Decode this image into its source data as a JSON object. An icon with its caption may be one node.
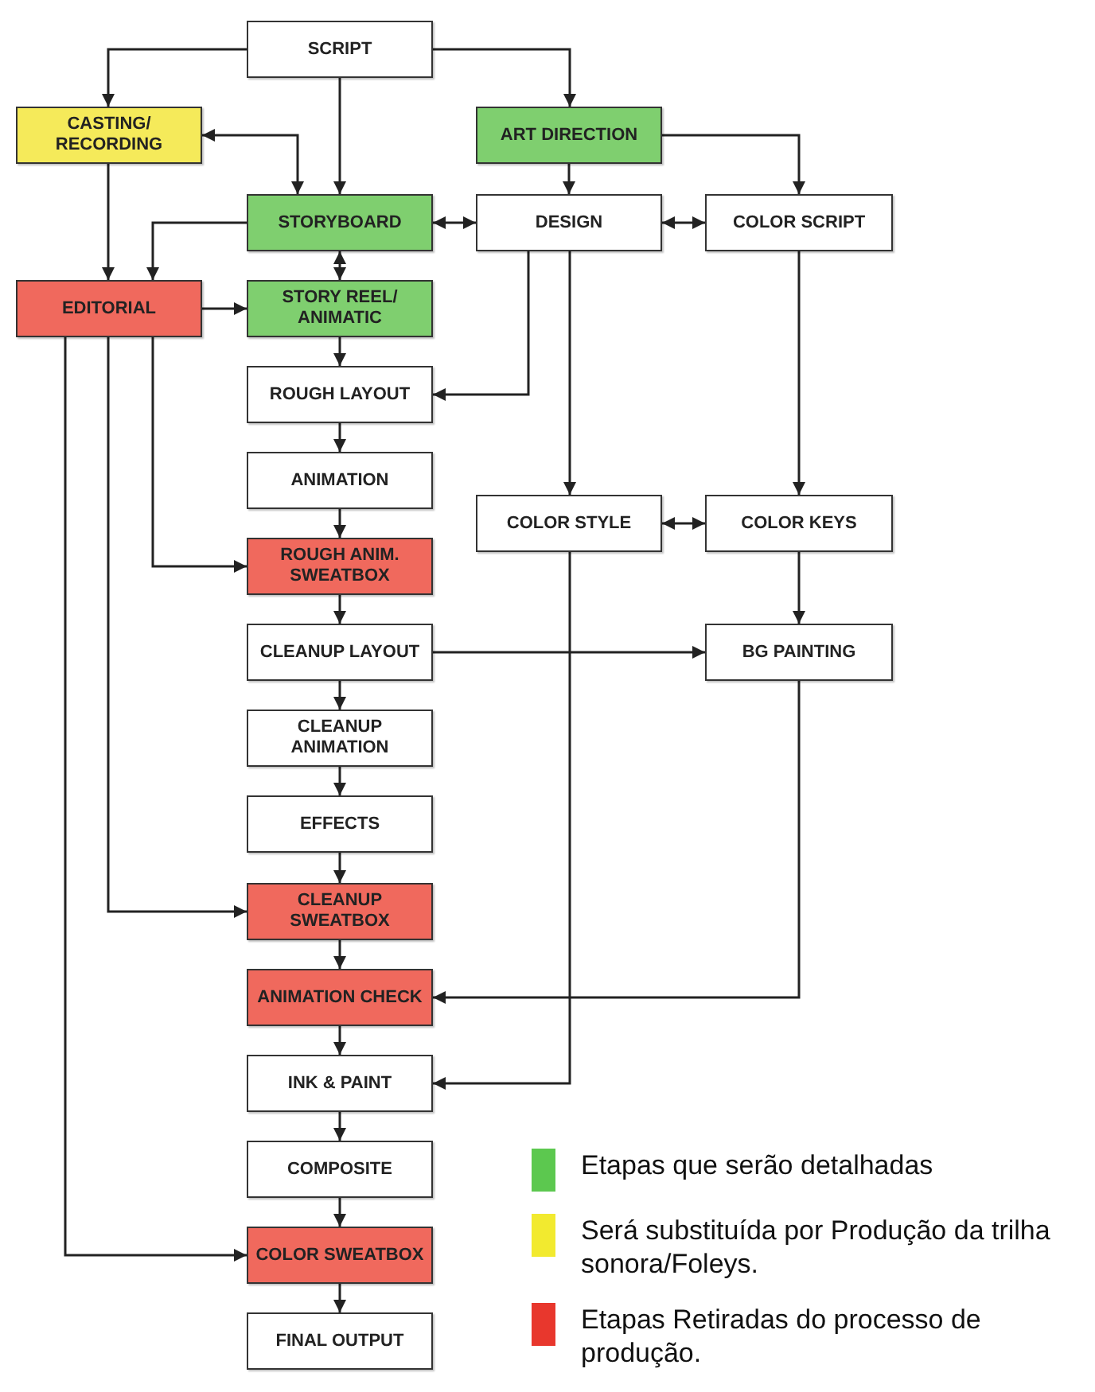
{
  "diagram": {
    "nodes": [
      {
        "text": [
          "SCRIPT"
        ]
      },
      {
        "text": [
          "CASTING/ RECORDING"
        ]
      },
      {
        "text": [
          "ART DIRECTION"
        ]
      },
      {
        "text": [
          "STORYBOARD"
        ]
      },
      {
        "text": [
          "DESIGN"
        ]
      },
      {
        "text": [
          "COLOR SCRIPT"
        ]
      },
      {
        "text": [
          "EDITORIAL"
        ]
      },
      {
        "text": [
          "STORY REEL/ ANIMATIC"
        ]
      },
      {
        "text": [
          "ROUGH LAYOUT"
        ]
      },
      {
        "text": [
          "ANIMATION"
        ]
      },
      {
        "text": [
          "COLOR STYLE"
        ]
      },
      {
        "text": [
          "COLOR KEYS"
        ]
      },
      {
        "text": [
          "ROUGH ANIM. SWEATBOX"
        ]
      },
      {
        "text": [
          "CLEANUP LAYOUT"
        ]
      },
      {
        "text": [
          "BG PAINTING"
        ]
      },
      {
        "text": [
          "CLEANUP ANIMATION"
        ]
      },
      {
        "text": [
          "EFFECTS"
        ]
      },
      {
        "text": [
          "CLEANUP SWEATBOX"
        ]
      },
      {
        "text": [
          "ANIMATION CHECK"
        ]
      },
      {
        "text": [
          "INK & PAINT"
        ]
      },
      {
        "text": [
          "COMPOSITE"
        ]
      },
      {
        "text": [
          "COLOR SWEATBOX"
        ]
      },
      {
        "text": [
          "FINAL OUTPUT"
        ]
      }
    ],
    "edges": [
      {
        "from": 0,
        "to": 1,
        "arrow": "to"
      },
      {
        "from": 0,
        "to": 3,
        "arrow": "to"
      },
      {
        "from": 0,
        "to": 2,
        "arrow": "to"
      },
      {
        "from": 1,
        "to": 3,
        "arrow": "both"
      },
      {
        "from": 1,
        "to": 6,
        "arrow": "to"
      },
      {
        "from": 3,
        "to": 6,
        "arrow": "to"
      },
      {
        "from": 3,
        "to": 4,
        "arrow": "both"
      },
      {
        "from": 2,
        "to": 4,
        "arrow": "to"
      },
      {
        "from": 2,
        "to": 5,
        "arrow": "to"
      },
      {
        "from": 4,
        "to": 5,
        "arrow": "both"
      },
      {
        "from": 3,
        "to": 7,
        "arrow": "both"
      },
      {
        "from": 6,
        "to": 7,
        "arrow": "to"
      },
      {
        "from": 7,
        "to": 8,
        "arrow": "to"
      },
      {
        "from": 4,
        "to": 8,
        "arrow": "to"
      },
      {
        "from": 8,
        "to": 9,
        "arrow": "to"
      },
      {
        "from": 9,
        "to": 12,
        "arrow": "to"
      },
      {
        "from": 6,
        "to": 12,
        "arrow": "to"
      },
      {
        "from": 4,
        "to": 10,
        "arrow": "to"
      },
      {
        "from": 5,
        "to": 11,
        "arrow": "to"
      },
      {
        "from": 10,
        "to": 11,
        "arrow": "both"
      },
      {
        "from": 11,
        "to": 14,
        "arrow": "to"
      },
      {
        "from": 12,
        "to": 13,
        "arrow": "to"
      },
      {
        "from": 13,
        "to": 14,
        "arrow": "to"
      },
      {
        "from": 13,
        "to": 15,
        "arrow": "to"
      },
      {
        "from": 15,
        "to": 16,
        "arrow": "to"
      },
      {
        "from": 16,
        "to": 17,
        "arrow": "to"
      },
      {
        "from": 6,
        "to": 17,
        "arrow": "to"
      },
      {
        "from": 17,
        "to": 18,
        "arrow": "to"
      },
      {
        "from": 14,
        "to": 18,
        "arrow": "to"
      },
      {
        "from": 18,
        "to": 19,
        "arrow": "to"
      },
      {
        "from": 10,
        "to": 19,
        "arrow": "to"
      },
      {
        "from": 19,
        "to": 20,
        "arrow": "to"
      },
      {
        "from": 20,
        "to": 21,
        "arrow": "to"
      },
      {
        "from": 6,
        "to": 21,
        "arrow": "to"
      },
      {
        "from": 21,
        "to": 22,
        "arrow": "to"
      }
    ],
    "legend": [
      {
        "text": "Etapas que serão detalhadas",
        "color": "#5cc84f"
      },
      {
        "text": "Será substituída por Produção da trilha sonora/Foleys.",
        "color": "#f2ea2f"
      },
      {
        "text": "Etapas Retiradas do processo de produção.",
        "color": "#e8372d"
      }
    ]
  }
}
